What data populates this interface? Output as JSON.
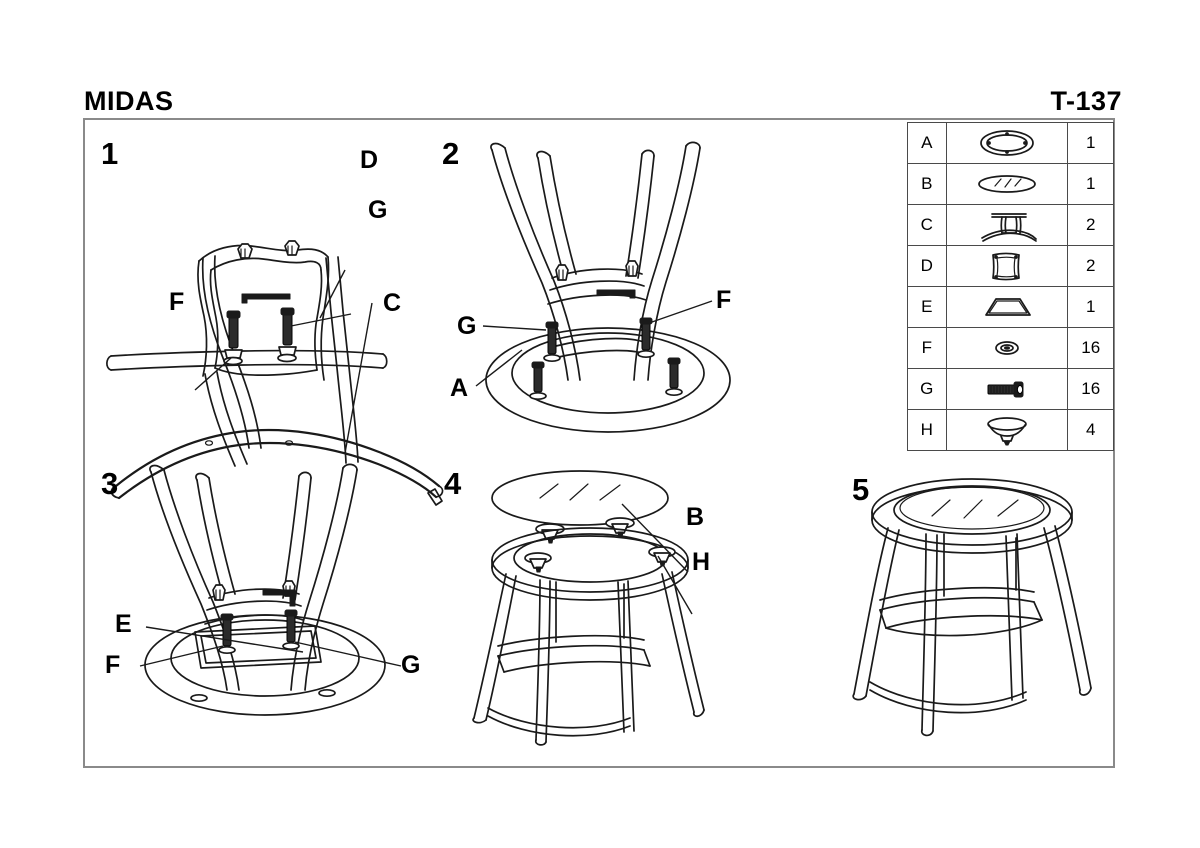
{
  "header": {
    "title": "MIDAS",
    "model": "T-137"
  },
  "steps": [
    {
      "number": "1",
      "labels": [
        "D",
        "G",
        "F",
        "C"
      ]
    },
    {
      "number": "2",
      "labels": [
        "F",
        "G",
        "A"
      ]
    },
    {
      "number": "3",
      "labels": [
        "E",
        "F",
        "G"
      ]
    },
    {
      "number": "4",
      "labels": [
        "B",
        "H"
      ]
    },
    {
      "number": "5",
      "labels": []
    }
  ],
  "step1": {
    "number": "1",
    "label_d": "D",
    "label_g": "G",
    "label_f": "F",
    "label_c": "C"
  },
  "step2": {
    "number": "2",
    "label_f": "F",
    "label_g": "G",
    "label_a": "A"
  },
  "step3": {
    "number": "3",
    "label_e": "E",
    "label_f": "F",
    "label_g": "G"
  },
  "step4": {
    "number": "4",
    "label_b": "B",
    "label_h": "H"
  },
  "step5": {
    "number": "5"
  },
  "parts_table": {
    "rows": [
      {
        "id": "A",
        "icon": "oval-ring-shelf",
        "qty": "1"
      },
      {
        "id": "B",
        "icon": "glass-disc-top",
        "qty": "1"
      },
      {
        "id": "C",
        "icon": "leg-frame-arch",
        "qty": "2"
      },
      {
        "id": "D",
        "icon": "square-bracket",
        "qty": "2"
      },
      {
        "id": "E",
        "icon": "trapezoid-panel",
        "qty": "1"
      },
      {
        "id": "F",
        "icon": "washer",
        "qty": "16"
      },
      {
        "id": "G",
        "icon": "bolt-screw",
        "qty": "16"
      },
      {
        "id": "H",
        "icon": "suction-cup-pad",
        "qty": "4"
      }
    ]
  },
  "colors": {
    "line": "#1a1a1a",
    "frame_border": "#8a8a8a",
    "table_border": "#4a4a4a",
    "background": "#ffffff"
  }
}
